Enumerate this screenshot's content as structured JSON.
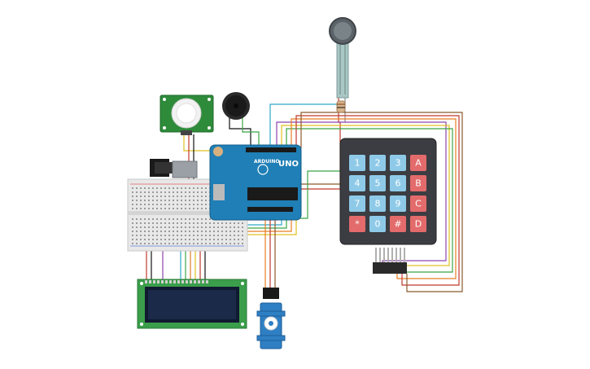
{
  "circuit": {
    "arduino": {
      "brand": "ARDUINO",
      "model": "UNO"
    },
    "keypad": {
      "keys": [
        {
          "label": "1",
          "type": "digit"
        },
        {
          "label": "2",
          "type": "digit"
        },
        {
          "label": "3",
          "type": "digit"
        },
        {
          "label": "A",
          "type": "letter"
        },
        {
          "label": "4",
          "type": "digit"
        },
        {
          "label": "5",
          "type": "digit"
        },
        {
          "label": "6",
          "type": "digit"
        },
        {
          "label": "B",
          "type": "letter"
        },
        {
          "label": "7",
          "type": "digit"
        },
        {
          "label": "8",
          "type": "digit"
        },
        {
          "label": "9",
          "type": "digit"
        },
        {
          "label": "C",
          "type": "letter"
        },
        {
          "label": "*",
          "type": "symbol"
        },
        {
          "label": "0",
          "type": "digit"
        },
        {
          "label": "#",
          "type": "symbol"
        },
        {
          "label": "D",
          "type": "letter"
        }
      ]
    },
    "colors": {
      "arduino_board": "#1f7fb6",
      "pir_board": "#2e8b3a",
      "lcd_board": "#3a9e4a",
      "lcd_screen": "#1c2a4a",
      "keypad_body": "#3b3d42",
      "key_blue": "#8ecae8",
      "key_red": "#e36b6b",
      "servo_body": "#2f7fc4",
      "breadboard": "#e8e8e8",
      "buzzer": "#2a2a2a",
      "fsr": "#5b6368"
    }
  }
}
